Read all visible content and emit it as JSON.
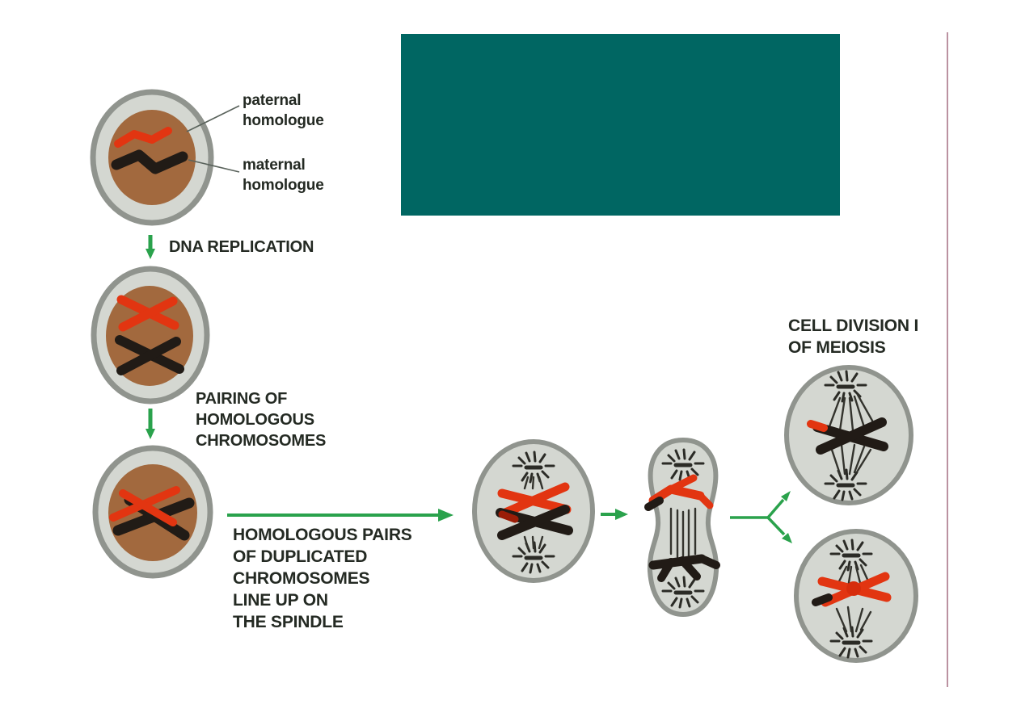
{
  "labels": {
    "paternal_homologue": "paternal\nhomologue",
    "maternal_homologue": "maternal\nhomologue",
    "dna_replication": "DNA REPLICATION",
    "pairing": "PAIRING OF\nHOMOLOGOUS\nCHROMOSOMES",
    "line_up": "HOMOLOGOUS PAIRS\nOF DUPLICATED\nCHROMOSOMES\nLINE UP ON\nTHE SPINDLE",
    "cell_division": "CELL DIVISION I\nOF MEIOSIS"
  },
  "colors": {
    "teal_block": "#006662",
    "arrow_green": "#2aa24c",
    "membrane_gray": "#90948e",
    "cytoplasm_gray": "#d4d7d1",
    "nucleus_brown": "#a2693e",
    "chromosome_red": "#e23511",
    "chromosome_black": "#211b16",
    "crossover_dark_red": "#9b1d07",
    "pointer_line_gray": "#5a635c",
    "page_edge_pink": "#bb92a1",
    "label_text": "#242a23",
    "background": "#ffffff"
  }
}
